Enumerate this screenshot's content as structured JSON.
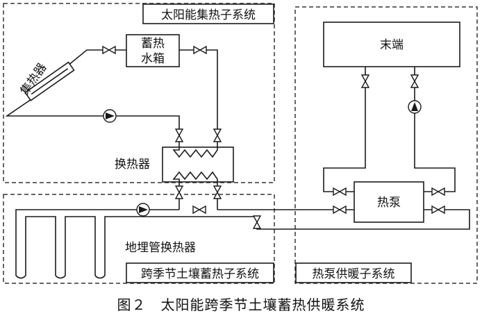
{
  "subsystems": {
    "solar": "太阳能集热子系统",
    "seasonal": "跨季节土壤蓄热子系统",
    "heatpump": "热泵供暖子系统"
  },
  "components": {
    "collector": "集热器",
    "tank_line1": "蓄热",
    "tank_line2": "水箱",
    "exchanger": "换热器",
    "ground_exchanger": "地埋管换热器",
    "terminal": "末端",
    "heat_pump": "热泵"
  },
  "caption": "图２　太阳能跨季节土壤蓄热供暖系统"
}
